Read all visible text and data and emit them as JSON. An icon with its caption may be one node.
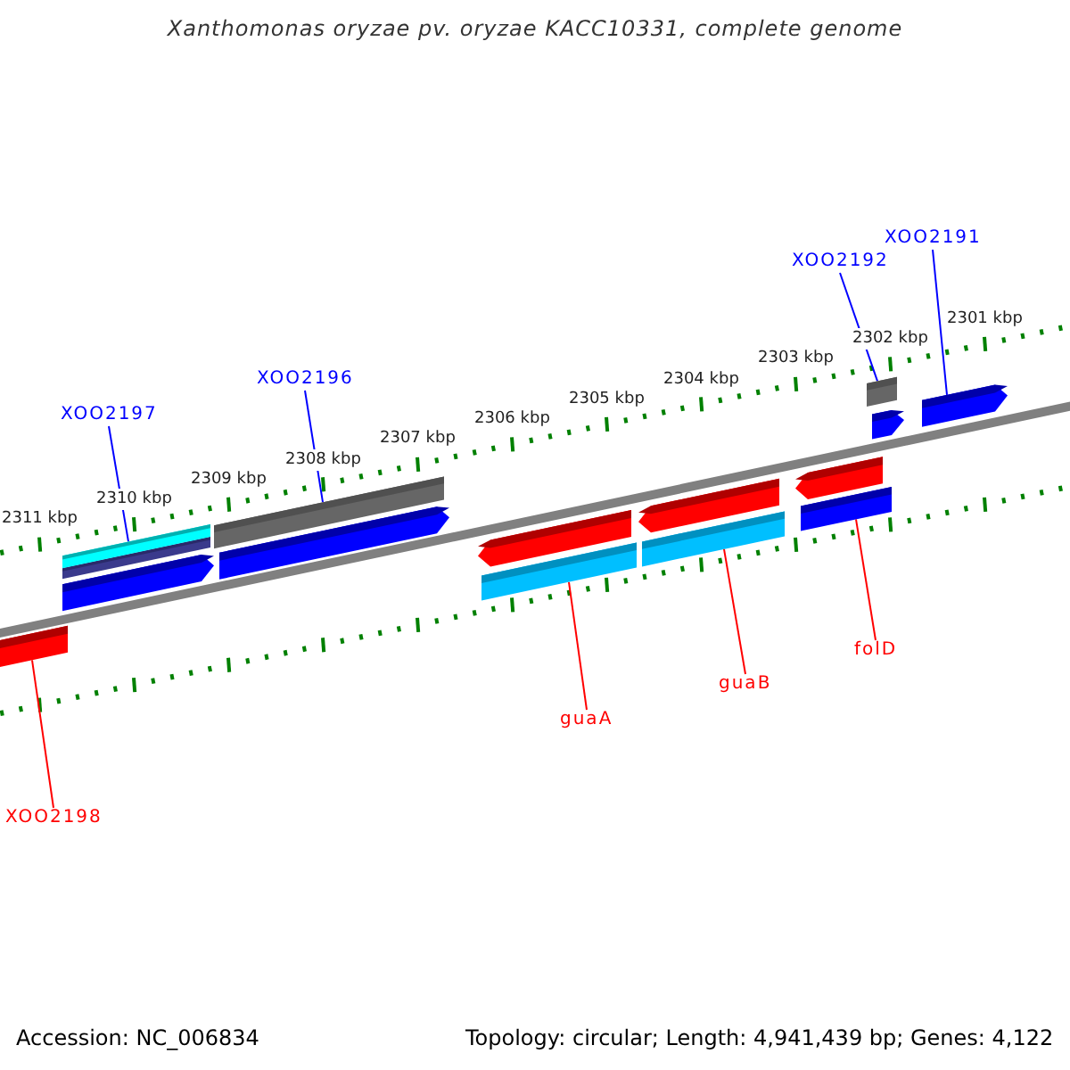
{
  "diagram": {
    "title": "Xanthomonas oryzae pv. oryzae KACC10331, complete genome",
    "nodes": [
      {
        "text": [
          "XOO2191"
        ]
      },
      {
        "text": [
          "XOO2192"
        ]
      },
      {
        "text": [
          "XOO2196"
        ]
      },
      {
        "text": [
          "XOO2197"
        ]
      },
      {
        "text": [
          "folD"
        ]
      },
      {
        "text": [
          "guaB"
        ]
      },
      {
        "text": [
          "guaA"
        ]
      },
      {
        "text": [
          "XOO2198"
        ]
      },
      {
        "text": [],
        "shape": "bar"
      },
      {
        "text": [],
        "shape": "bar"
      },
      {
        "text": [],
        "shape": "bar"
      },
      {
        "text": [],
        "shape": "bar"
      },
      {
        "text": [],
        "shape": "bar"
      },
      {
        "text": [],
        "shape": "bar"
      },
      {
        "text": [],
        "shape": "bar"
      },
      {
        "text": [],
        "shape": "arrow"
      }
    ],
    "edges": [
      {
        "from": 0,
        "to": 15,
        "arrow": "none"
      },
      {
        "from": 1,
        "to": 14,
        "arrow": "none"
      },
      {
        "from": 2,
        "to": 10,
        "arrow": "none"
      },
      {
        "from": 3,
        "to": 9,
        "arrow": "none"
      },
      {
        "from": 4,
        "to": 13,
        "arrow": "none",
        "color": "#ff0000"
      },
      {
        "from": 5,
        "to": 12,
        "arrow": "none",
        "color": "#ff0000"
      },
      {
        "from": 6,
        "to": 11,
        "arrow": "none",
        "color": "#ff0000"
      },
      {
        "from": 7,
        "to": 8,
        "arrow": "none",
        "color": "#ff0000"
      }
    ],
    "labels": [
      "2301 kbp",
      "2302 kbp",
      "2303 kbp",
      "2304 kbp",
      "2305 kbp",
      "2306 kbp",
      "2307 kbp",
      "2308 kbp",
      "2309 kbp",
      "2310 kbp",
      "2311 kbp",
      "Accession: NC_006834",
      "Topology: circular; Length: 4,941,439 bp; Genes: 4,122"
    ]
  }
}
